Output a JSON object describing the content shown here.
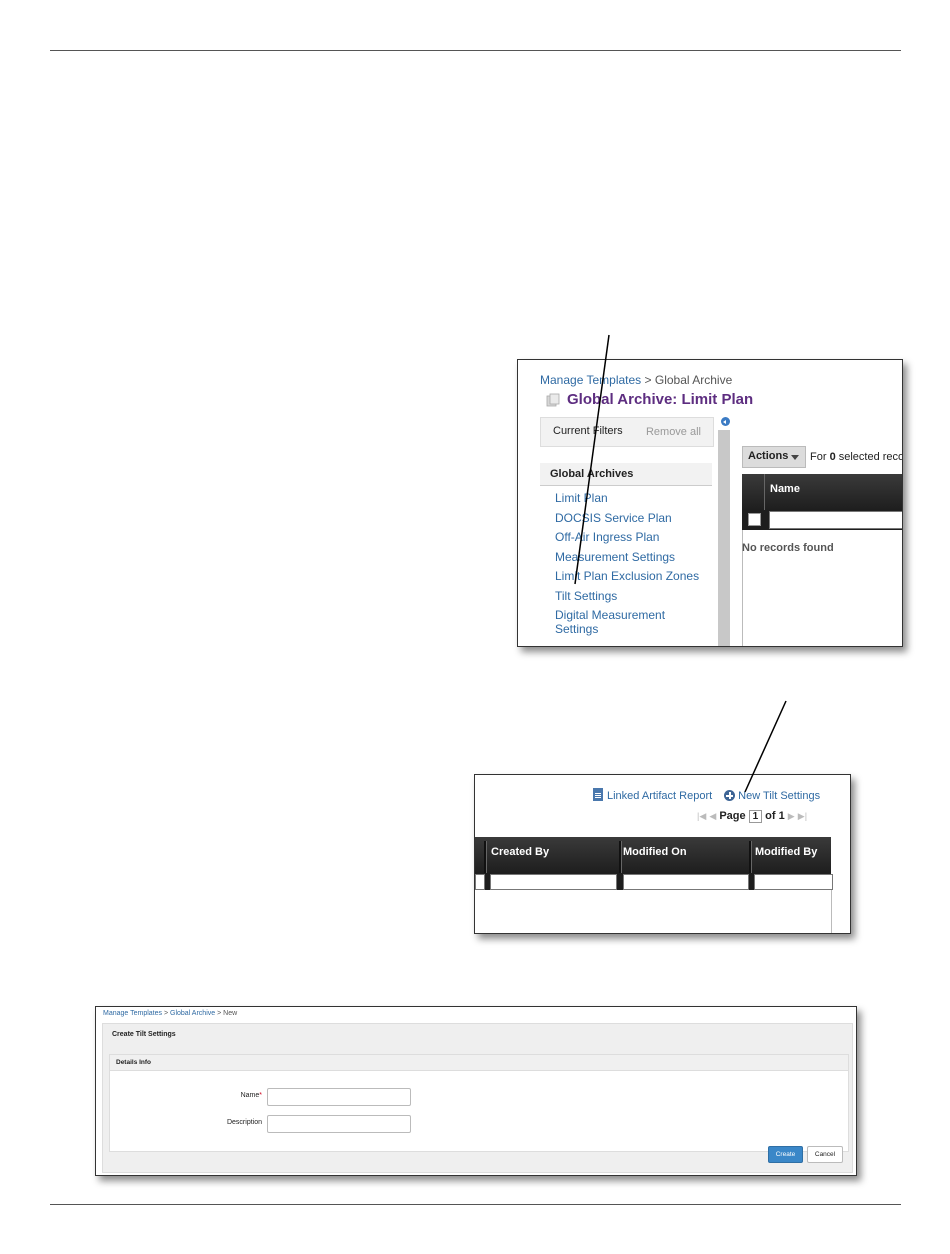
{
  "screenshot1": {
    "breadcrumb": {
      "link": "Manage Templates",
      "separator": " > ",
      "current": "Global Archive"
    },
    "title": "Global Archive: Limit Plan",
    "filters": {
      "label": "Current Filters",
      "remove_all": "Remove all"
    },
    "global_archives": {
      "heading": "Global Archives",
      "items": [
        "Limit Plan",
        "DOCSIS Service Plan",
        "Off-Air Ingress Plan",
        "Measurement Settings",
        "Limit Plan Exclusion Zones",
        "Tilt Settings",
        "Digital Measurement Settings"
      ]
    },
    "actions_label": "Actions",
    "selected": {
      "prefix": "For ",
      "count": "0",
      "suffix": " selected reco"
    },
    "table": {
      "name_header": "Name",
      "empty_message": "No records found"
    }
  },
  "screenshot2": {
    "linked_artifact_report": "Linked Artifact Report",
    "new_tilt_settings": "New Tilt Settings",
    "pager": {
      "page_label": "Page",
      "page_value": "1",
      "of_label": "of 1"
    },
    "columns": [
      "Created By",
      "Modified On",
      "Modified By"
    ]
  },
  "screenshot3": {
    "breadcrumb": {
      "link1": "Manage Templates",
      "sep1": " > ",
      "link2": "Global Archive",
      "sep2": " > ",
      "current": "New"
    },
    "panel_title": "Create Tilt Settings",
    "section_title": "Details Info",
    "fields": {
      "name_label": "Name",
      "name_required": "*",
      "description_label": "Description"
    },
    "buttons": {
      "create": "Create",
      "cancel": "Cancel"
    }
  }
}
